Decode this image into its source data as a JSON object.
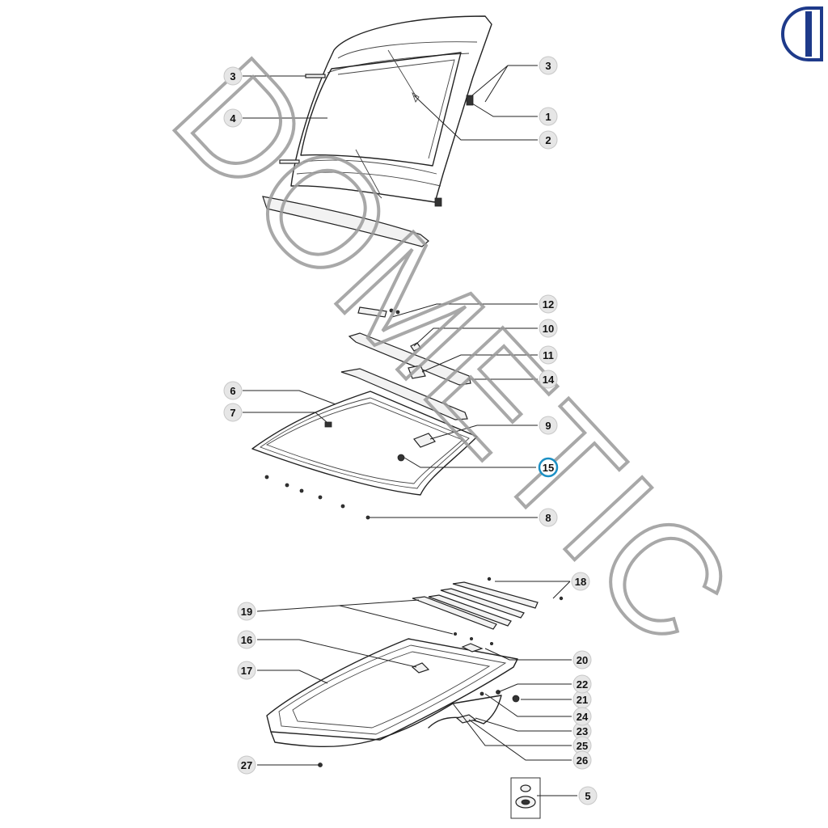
{
  "watermark": {
    "text": "DOMETIC"
  },
  "callouts": [
    "1",
    "2",
    "3",
    "4",
    "5",
    "6",
    "7",
    "8",
    "9",
    "10",
    "11",
    "12",
    "14",
    "15",
    "16",
    "17",
    "18",
    "19",
    "20",
    "21",
    "22",
    "23",
    "24",
    "25",
    "26",
    "27"
  ],
  "highlighted_callout": "15",
  "colors": {
    "logo_blue": "#1e3a8a",
    "highlight": "#1b8fc4",
    "watermark": "#9a9a9a"
  }
}
